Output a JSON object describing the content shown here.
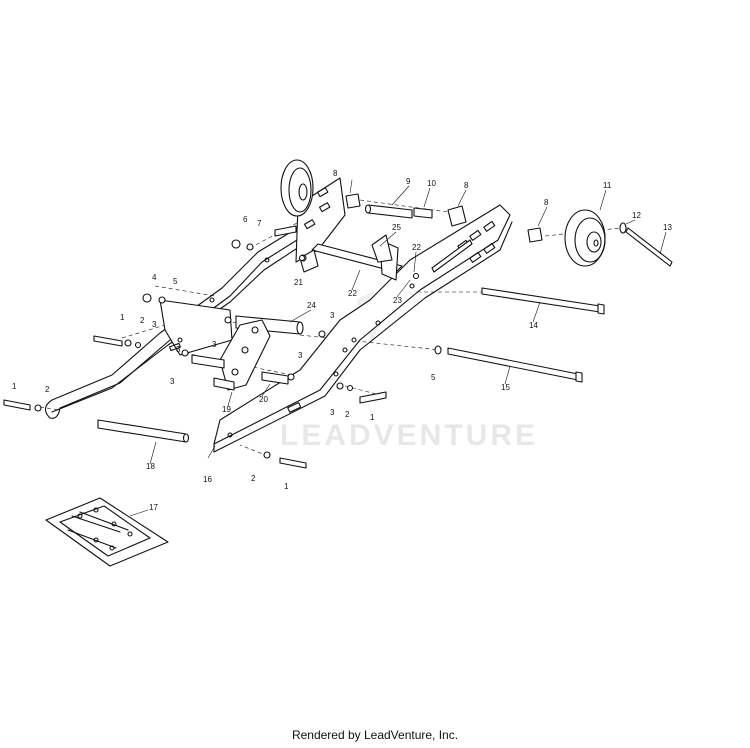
{
  "diagram": {
    "callouts": [
      {
        "id": "c1a",
        "text": "1"
      },
      {
        "id": "c1b",
        "text": "1"
      },
      {
        "id": "c1c",
        "text": "1"
      },
      {
        "id": "c1d",
        "text": "1"
      },
      {
        "id": "c2a",
        "text": "2"
      },
      {
        "id": "c2b",
        "text": "2"
      },
      {
        "id": "c2c",
        "text": "2"
      },
      {
        "id": "c2d",
        "text": "2"
      },
      {
        "id": "c3a",
        "text": "3"
      },
      {
        "id": "c3b",
        "text": "3"
      },
      {
        "id": "c3c",
        "text": "3"
      },
      {
        "id": "c3d",
        "text": "3"
      },
      {
        "id": "c3e",
        "text": "3"
      },
      {
        "id": "c3f",
        "text": "3"
      },
      {
        "id": "c3g",
        "text": "3"
      },
      {
        "id": "c4",
        "text": "4"
      },
      {
        "id": "c5a",
        "text": "5"
      },
      {
        "id": "c5b",
        "text": "5"
      },
      {
        "id": "c6",
        "text": "6"
      },
      {
        "id": "c7",
        "text": "7"
      },
      {
        "id": "c8a",
        "text": "8"
      },
      {
        "id": "c8b",
        "text": "8"
      },
      {
        "id": "c8c",
        "text": "8"
      },
      {
        "id": "c9",
        "text": "9"
      },
      {
        "id": "c10",
        "text": "10"
      },
      {
        "id": "c11",
        "text": "11"
      },
      {
        "id": "c12",
        "text": "12"
      },
      {
        "id": "c13",
        "text": "13"
      },
      {
        "id": "c14",
        "text": "14"
      },
      {
        "id": "c15",
        "text": "15"
      },
      {
        "id": "c16",
        "text": "16"
      },
      {
        "id": "c17",
        "text": "17"
      },
      {
        "id": "c18",
        "text": "18"
      },
      {
        "id": "c19",
        "text": "19"
      },
      {
        "id": "c20",
        "text": "20"
      },
      {
        "id": "c21",
        "text": "21"
      },
      {
        "id": "c22a",
        "text": "22"
      },
      {
        "id": "c22b",
        "text": "22"
      },
      {
        "id": "c23",
        "text": "23"
      },
      {
        "id": "c24",
        "text": "24"
      },
      {
        "id": "c25",
        "text": "25"
      }
    ],
    "watermark": "LEADVENTURE"
  },
  "footer": {
    "text": "Rendered by LeadVenture, Inc."
  }
}
